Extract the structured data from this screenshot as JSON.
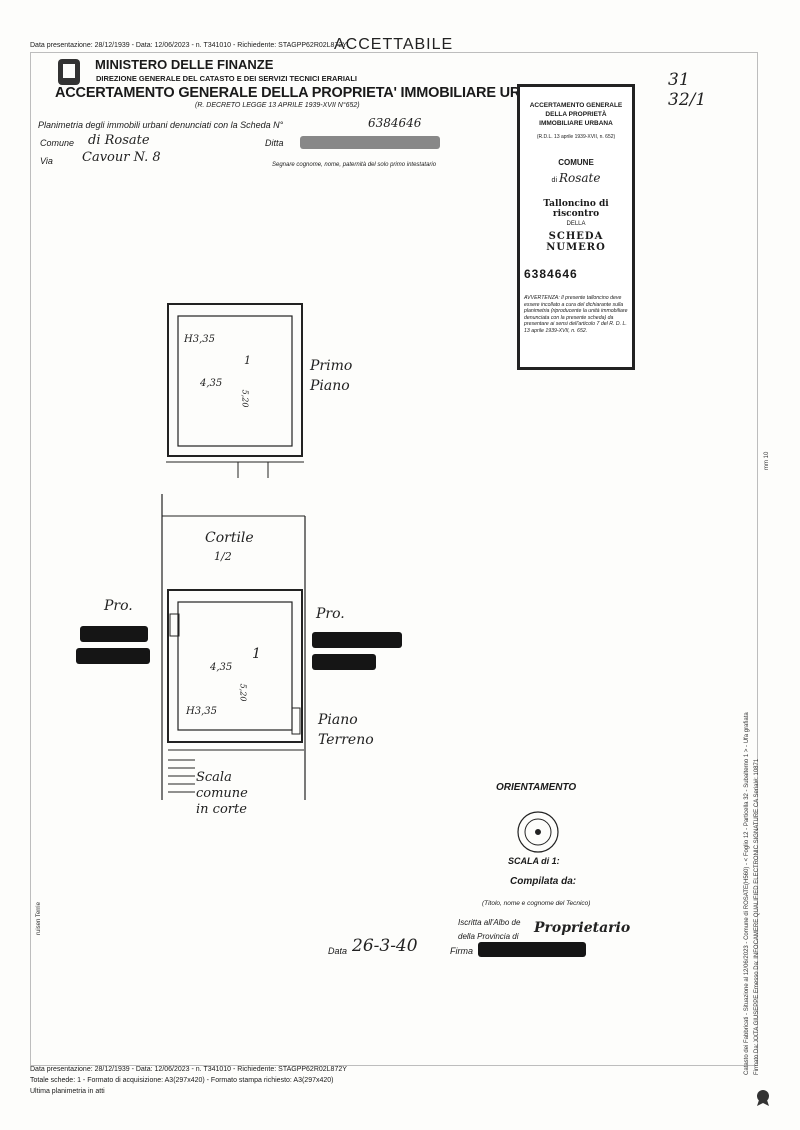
{
  "header": {
    "top_meta": "Data presentazione: 28/12/1939 - Data: 12/06/2023 - n. T341010 - Richiedente: STAGPP62R02L872Y",
    "stamp": "ACCETTABILE",
    "ministry": "MINISTERO DELLE FINANZE",
    "direzione": "DIREZIONE GENERALE DEL CATASTO E DEI SERVIZI TECNICI ERARIALI",
    "main_title": "ACCERTAMENTO GENERALE DELLA PROPRIETA' IMMOBILIARE URBANA",
    "decree": "(R. DECRETO LEGGE 13 APRILE 1939-XVII N°652)",
    "planimetria_label": "Planimetria degli immobili urbani denunciati con la Scheda N°",
    "scheda_hand": "6384646",
    "comune_label": "Comune",
    "comune_hand": "di Rosate",
    "ditta_label": "Ditta",
    "via_label": "Via",
    "via_hand": "Cavour N. 8",
    "segnare_note": "Segnare cognome, nome, paternità del solo primo intestatario",
    "margin_numbers": "31\n32/1"
  },
  "tagliando": {
    "title": "ACCERTAMENTO GENERALE DELLA PROPRIETÀ IMMOBILIARE URBANA",
    "decree": "(R.D.L. 13 aprile 1939-XVII, n. 652)",
    "comune": "COMUNE",
    "di": "di",
    "comune_hand": "Rosate",
    "talloncino": "Talloncino di riscontro",
    "della": "DELLA",
    "scheda": "SCHEDA NUMERO",
    "number": "6384646",
    "avvertenza": "AVVERTENZA: Il presente talloncino deve essere incollato a cura del dichiarante sulla planimetria (riproducente la unità immobiliare denunciata con la presente scheda) da presentare ai sensi dell'articolo 7 del R. D. L. 13 aprile 1939-XVII, n. 652."
  },
  "plans": {
    "primo_label": "Primo\nPiano",
    "primo_h": "H3,35",
    "primo_w": "4,35",
    "primo_d": "5,20",
    "primo_n": "1",
    "cortile": "Cortile",
    "cortile_sub": "1/2",
    "pro_left": "Pro.",
    "pro_right": "Pro.",
    "terreno_label": "Piano\nTerreno",
    "terreno_n": "1",
    "terreno_w": "4,35",
    "terreno_h": "H3,35",
    "terreno_d": "5,20",
    "scala_label": "Scala\ncomune\nin corte"
  },
  "footer": {
    "orientamento": "ORIENTAMENTO",
    "scala": "SCALA di 1:",
    "compilata": "Compilata da:",
    "titolo_note": "(Titolo, nome e cognome del Tecnico)",
    "iscritto": "Iscritta all'Albo de",
    "provincia": "della Provincia di",
    "proprietario": "Proprietario",
    "data_label": "Data",
    "data_hand": "26-3-40",
    "firma": "Firma",
    "meta1": "Data presentazione: 28/12/1939 - Data: 12/06/2023 - n. T341010 - Richiedente: STAGPP62R02L872Y",
    "meta2": "Totale schede: 1 - Formato di acquisizione: A3(297x420) - Formato stampa richiesto: A3(297x420)",
    "meta3": "Ultima planimetria in atti",
    "side_text": "Catasto dei Fabbricati - Situazione al 12/06/2023 - Comune di ROSATE(H560) - < Foglio 12 - Particella 32 - Subalterno 1 > - Ufa grafiata",
    "side_text2": "Firmato Da: XXTA GIUSEPPE Emesso Da: INFOCAMERE QUALIFIED ELECTRONIC SIGNATURE CA Serial#: 10871",
    "right_small": "mm 10",
    "left_small": "ruisen Terrie"
  }
}
